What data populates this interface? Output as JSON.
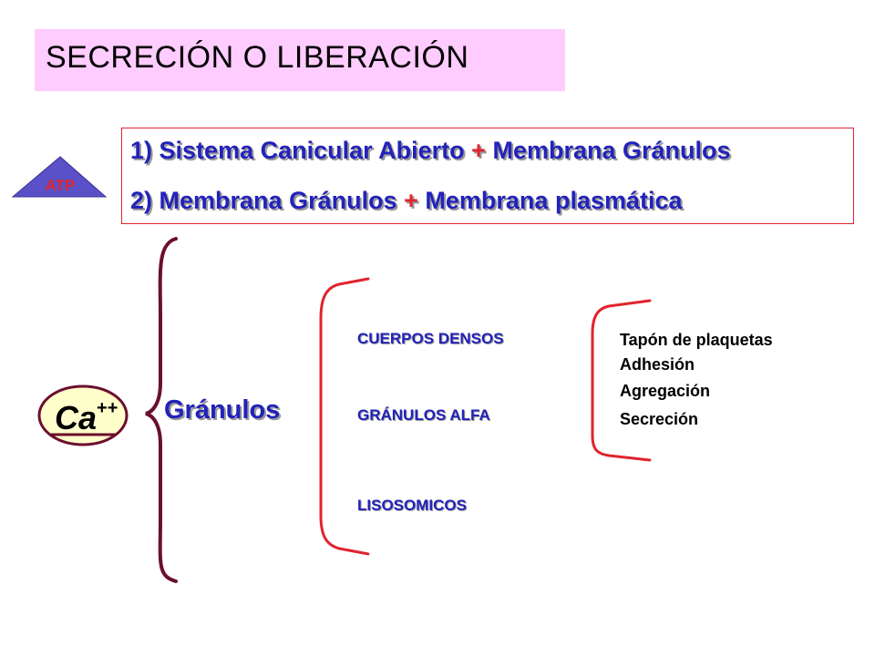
{
  "title": "SECRECIÓN  O  LIBERACIÓN",
  "steps": [
    {
      "number": "1)",
      "left": "Sistema Canicular Abierto",
      "plus": "+",
      "right": "Membrana Gránulos"
    },
    {
      "number": "2)",
      "left": " Membrana Gránulos",
      "plus": "+",
      "right": " Membrana plasmática"
    }
  ],
  "atp_label": "ATP",
  "calcium": {
    "symbol": "Ca",
    "charge": "++"
  },
  "granulos_label": "Gránulos",
  "granule_types": [
    "CUERPOS  DENSOS",
    "GRÁNULOS ALFA",
    "LISOSOMICOS"
  ],
  "functions": [
    "Tapón  de plaquetas",
    "Adhesión",
    "Agregación",
    "Secreción"
  ],
  "colors": {
    "title_bg": "#ffccff",
    "blue_text": "#2222bb",
    "red_accent": "#e0242e",
    "triangle_fill": "#5a50c8",
    "brace_dark": "#6b0f2e",
    "ellipse_fill": "#ffffcc"
  }
}
